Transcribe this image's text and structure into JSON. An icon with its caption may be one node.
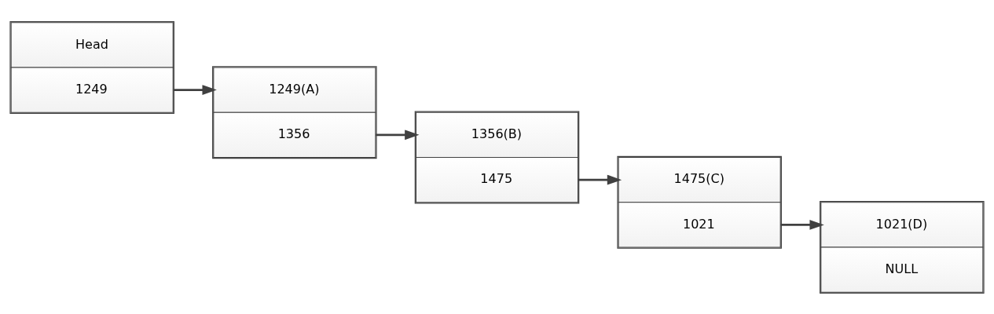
{
  "diagram": {
    "nodes": [
      {
        "text": [
          "Head",
          "1249"
        ]
      },
      {
        "text": [
          "1249(A)",
          "1356"
        ]
      },
      {
        "text": [
          "1356(B)",
          "1475"
        ]
      },
      {
        "text": [
          "1475(C)",
          "1021"
        ]
      },
      {
        "text": [
          "1021(D)",
          "NULL"
        ]
      }
    ],
    "edges": [
      {
        "from": 0,
        "to": 1,
        "arrow": "to"
      },
      {
        "from": 1,
        "to": 2,
        "arrow": "to"
      },
      {
        "from": 2,
        "to": 3,
        "arrow": "to"
      },
      {
        "from": 3,
        "to": 4,
        "arrow": "to"
      }
    ]
  }
}
